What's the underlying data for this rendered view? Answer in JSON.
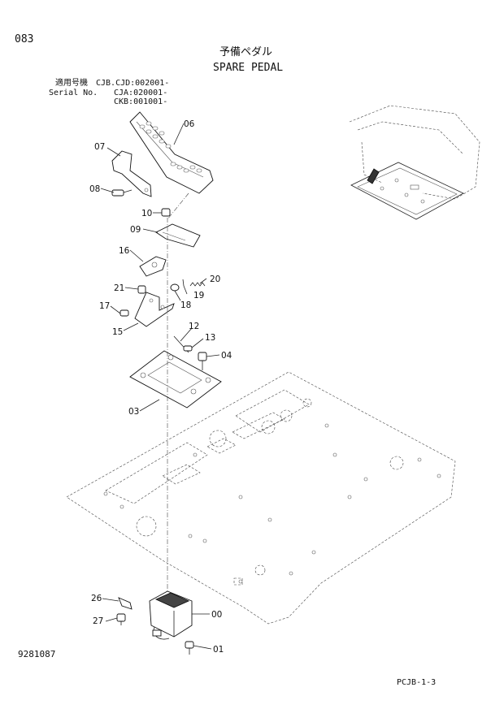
{
  "header": {
    "page_number": "083",
    "title_jp": "予備ペダル",
    "title_en": "SPARE PEDAL"
  },
  "applicability": {
    "label_jp": "適用号機",
    "label_en": "Serial No.",
    "serials": [
      "CJB.CJD:002001-",
      "CJA:020001-",
      "CKB:001001-"
    ]
  },
  "callouts": [
    "06",
    "07",
    "08",
    "10",
    "09",
    "16",
    "20",
    "21",
    "19",
    "17",
    "18",
    "12",
    "15",
    "13",
    "04",
    "03",
    "26",
    "00",
    "27",
    "01"
  ],
  "footer": {
    "drawing_number": "9281087",
    "page_code": "PCJB-1-3"
  }
}
